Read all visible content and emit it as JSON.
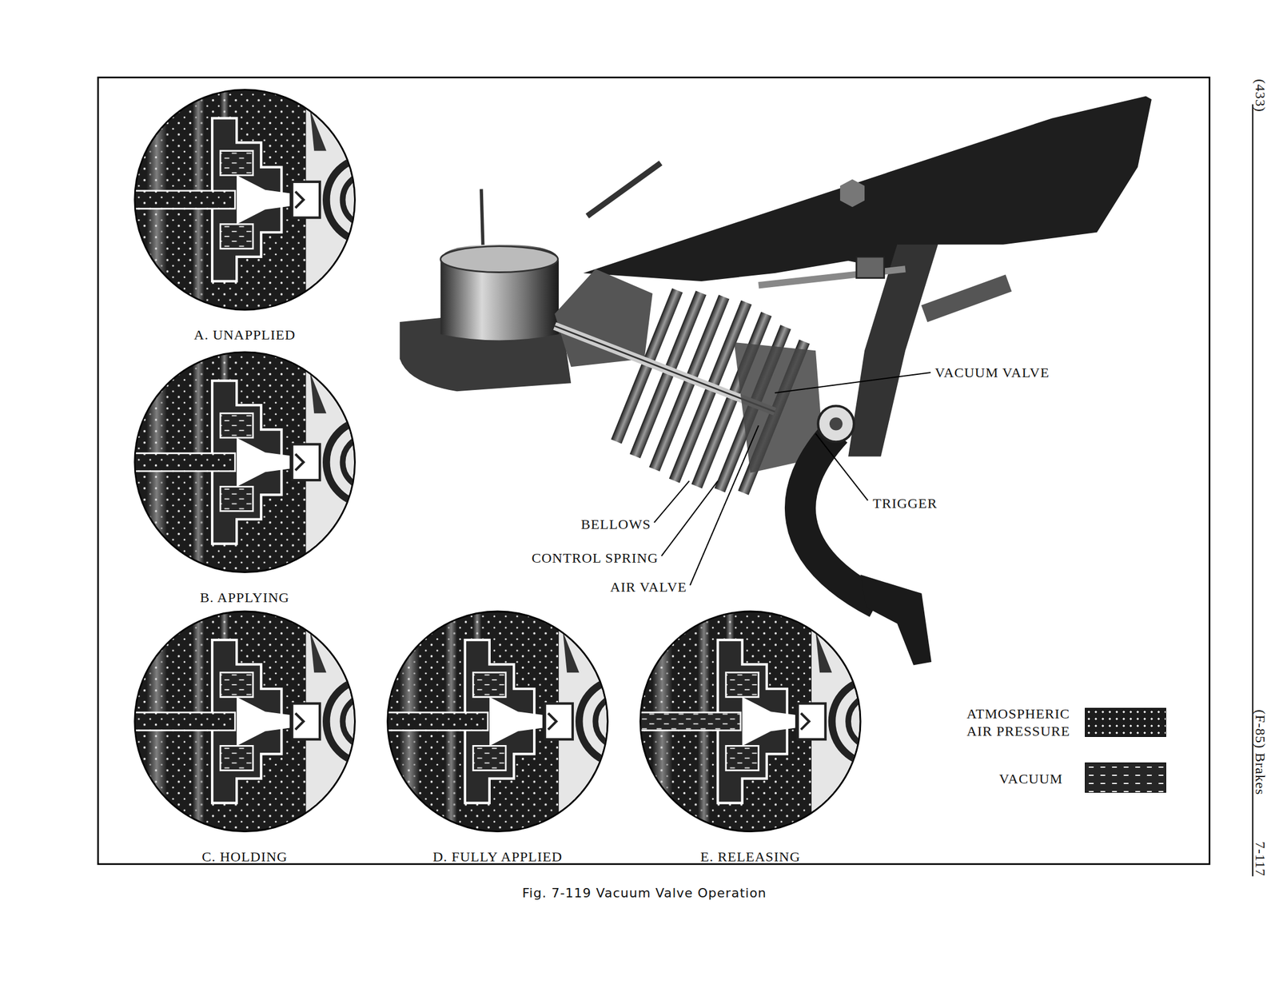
{
  "diagram": {
    "caption": "Fig. 7-119 Vacuum Valve Operation",
    "nodes": [
      {
        "text": [
          "A. UNAPPLIED"
        ]
      },
      {
        "text": [
          "B. APPLYING"
        ]
      },
      {
        "text": [
          "C. HOLDING"
        ]
      },
      {
        "text": [
          "D. FULLY APPLIED"
        ]
      },
      {
        "text": [
          "E. RELEASING"
        ]
      }
    ],
    "labels": [
      "(433)",
      "VACUUM VALVE",
      "TRIGGER",
      "BELLOWS",
      "CONTROL SPRING",
      "AIR VALVE",
      "(F-85) Brakes",
      "7-117"
    ],
    "legend": [
      {
        "text": "ATMOSPHERIC AIR PRESSURE",
        "color": "#1c1c1c"
      },
      {
        "text": "VACUUM",
        "color": "#262626"
      }
    ]
  }
}
